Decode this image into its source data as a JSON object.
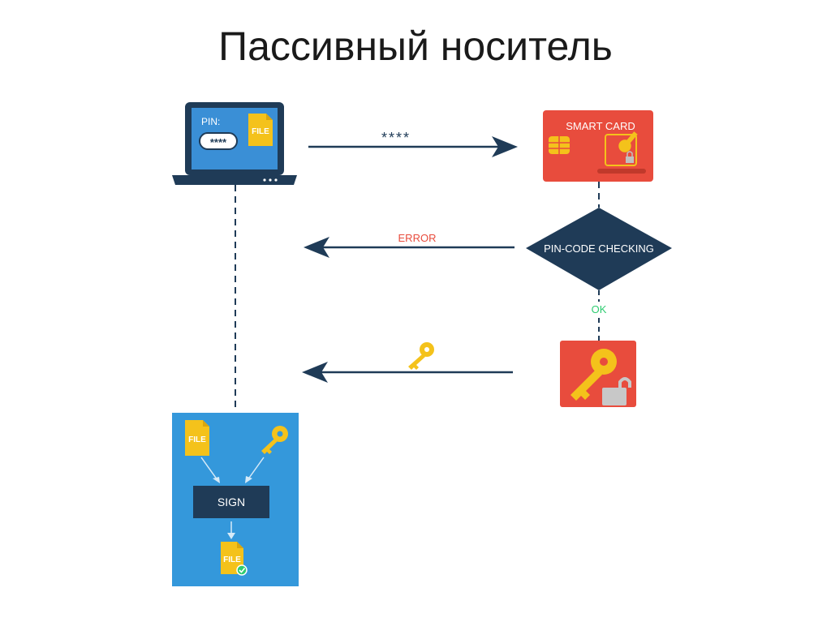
{
  "title": "Пассивный носитель",
  "laptop": {
    "pin_label": "PIN:",
    "pin_value": "****",
    "file_label": "FILE"
  },
  "smart_card": {
    "label": "SMART CARD"
  },
  "check": {
    "label": "PIN-CODE CHECKING"
  },
  "arrows": {
    "pin_transfer": "****",
    "error": "ERROR",
    "ok": "OK"
  },
  "sign_panel": {
    "file_label": "FILE",
    "sign_label": "SIGN",
    "signed_file_label": "FILE"
  },
  "colors": {
    "navy": "#1f3b57",
    "laptop_screen": "#3a8fd6",
    "card_red": "#e84c3d",
    "key_yellow": "#f4c21b",
    "panel_blue": "#3498db",
    "error_red": "#e84c3d",
    "ok_green": "#2ecc71"
  }
}
